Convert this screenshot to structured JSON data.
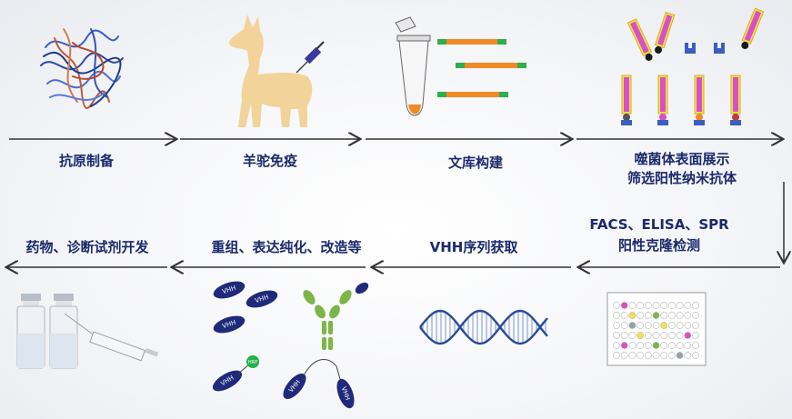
{
  "colors": {
    "label": "#1a2a6c",
    "arrow": "#333333",
    "vhh": "#1f2a7a",
    "antibody_green": "#7ab648",
    "hrp": "#22b24c",
    "dna_blue": "#2a4a9a",
    "llama": "#f2d49a",
    "orange": "#f08a24",
    "green": "#2eae4e"
  },
  "steps": {
    "antigen": "抗原制备",
    "immunize": "羊驼免疫",
    "library": "文库构建",
    "phage_line1": "噬菌体表面展示",
    "phage_line2": "筛选阳性纳米抗体",
    "detect_line1": "FACS、ELISA、SPR",
    "detect_line2": "阳性克隆检测",
    "sequence": "VHH序列获取",
    "recombine": "重组、表达纯化、改造等",
    "develop": "药物、诊断试剂开发"
  },
  "vhh_text": "VHH",
  "hrp_text": "HRP"
}
